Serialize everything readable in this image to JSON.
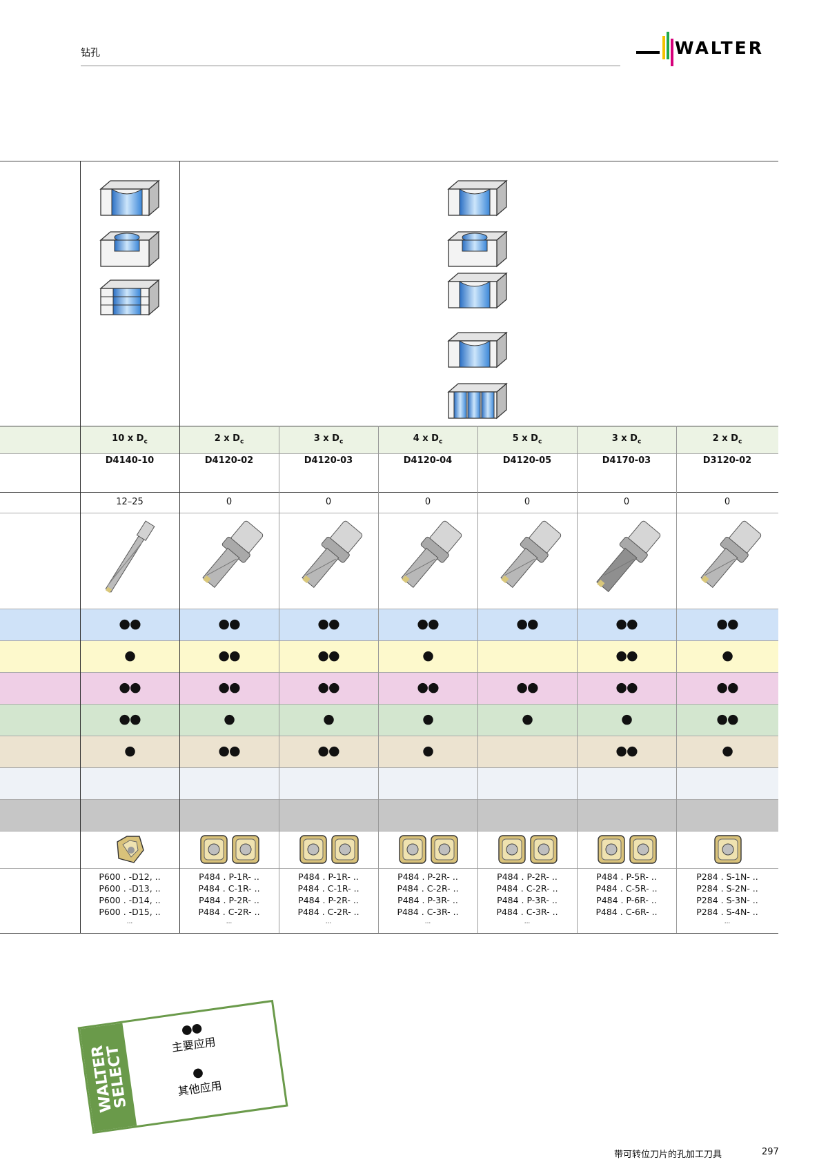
{
  "header": {
    "section_title": "钻孔",
    "brand": "WALTER"
  },
  "columns": [
    {
      "length": "10 x D",
      "sub": "c",
      "designation": "D4140-10",
      "value": "12–25",
      "ratings": [
        "●●",
        "●",
        "●●",
        "●●",
        "●",
        "",
        ""
      ],
      "inserts": [
        "P600 . -D12, ..",
        "P600 . -D13, ..",
        "P600 . -D14, ..",
        "P600 . -D15, ..",
        "..."
      ]
    },
    {
      "length": "2 x D",
      "sub": "c",
      "designation": "D4120-02",
      "value": "0",
      "ratings": [
        "●●",
        "●●",
        "●●",
        "●",
        "●●",
        "",
        ""
      ],
      "inserts": [
        "P484 . P-1R- ..",
        "P484 . C-1R- ..",
        "P484 . P-2R- ..",
        "P484 . C-2R- ..",
        "..."
      ]
    },
    {
      "length": "3 x D",
      "sub": "c",
      "designation": "D4120-03",
      "value": "0",
      "ratings": [
        "●●",
        "●●",
        "●●",
        "●",
        "●●",
        "",
        ""
      ],
      "inserts": [
        "P484 . P-1R- ..",
        "P484 . C-1R- ..",
        "P484 . P-2R- ..",
        "P484 . C-2R- ..",
        "..."
      ]
    },
    {
      "length": "4 x D",
      "sub": "c",
      "designation": "D4120-04",
      "value": "0",
      "ratings": [
        "●●",
        "●",
        "●●",
        "●",
        "●",
        "",
        ""
      ],
      "inserts": [
        "P484 . P-2R- ..",
        "P484 . C-2R- ..",
        "P484 . P-3R- ..",
        "P484 . C-3R- ..",
        "..."
      ]
    },
    {
      "length": "5 x D",
      "sub": "c",
      "designation": "D4120-05",
      "value": "0",
      "ratings": [
        "●●",
        "",
        "●●",
        "●",
        "",
        "",
        ""
      ],
      "inserts": [
        "P484 . P-2R- ..",
        "P484 . C-2R- ..",
        "P484 . P-3R- ..",
        "P484 . C-3R- ..",
        "..."
      ]
    },
    {
      "length": "3 x D",
      "sub": "c",
      "designation": "D4170-03",
      "value": "0",
      "ratings": [
        "●●",
        "●●",
        "●●",
        "●",
        "●●",
        "",
        ""
      ],
      "inserts": [
        "P484 . P-5R- ..",
        "P484 . C-5R- ..",
        "P484 . P-6R- ..",
        "P484 . C-6R- ..",
        ""
      ]
    },
    {
      "length": "2 x D",
      "sub": "c",
      "designation": "D3120-02",
      "value": "0",
      "ratings": [
        "●●",
        "●",
        "●●",
        "●●",
        "●",
        "",
        ""
      ],
      "inserts": [
        "P284 . S-1N- ..",
        "P284 . S-2N- ..",
        "P284 . S-3N- ..",
        "P284 . S-4N- ..",
        "..."
      ]
    }
  ],
  "band_colors": [
    "#cfe2f8",
    "#fdf9cc",
    "#efcfe6",
    "#d3e6cf",
    "#ece3d0",
    "#eef2f7",
    "#c6c6c6"
  ],
  "header_band_color": "#ecf3e4",
  "legend": {
    "brand_line1": "WALTER",
    "brand_line2": "SELECT",
    "primary_dots": "●●",
    "primary_label": "主要应用",
    "secondary_dots": "●",
    "secondary_label": "其他应用"
  },
  "footer": {
    "text": "带可转位刀片的孔加工刀具",
    "page": "297"
  }
}
